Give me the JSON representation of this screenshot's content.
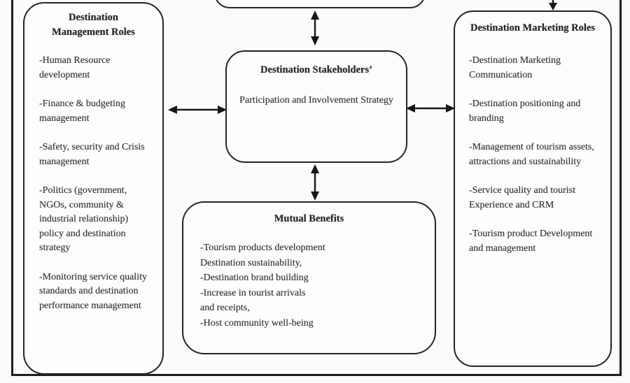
{
  "figure": {
    "background": "#fbfbfa",
    "line_color": "#1d1d1d",
    "text_color": "#2e2e2e"
  },
  "boxes": {
    "management": {
      "title": "Destination Management Roles",
      "items": [
        "-Human Resource development",
        "-Finance & budgeting management",
        "-Safety, security and Crisis management",
        "-Politics (government, NGOs, community & industrial relationship) policy and destination strategy",
        "-Monitoring service quality standards and destination performance management"
      ]
    },
    "stakeholders": {
      "title": "Destination Stakeholders’",
      "subtitle": "Participation and Involvement Strategy"
    },
    "mutual": {
      "title": "Mutual Benefits",
      "lines": [
        "-Tourism products development",
        "Destination sustainability,",
        "-Destination brand building",
        "-Increase in tourist arrivals",
        "and receipts,",
        "-Host community well-being"
      ]
    },
    "marketing": {
      "title": "Destination Marketing Roles",
      "items": [
        "-Destination Marketing Communication",
        "-Destination positioning and branding",
        "-Management of tourism assets, attractions and sustainability",
        "-Service quality and tourist Experience and CRM",
        "-Tourism product Development and management"
      ]
    }
  }
}
